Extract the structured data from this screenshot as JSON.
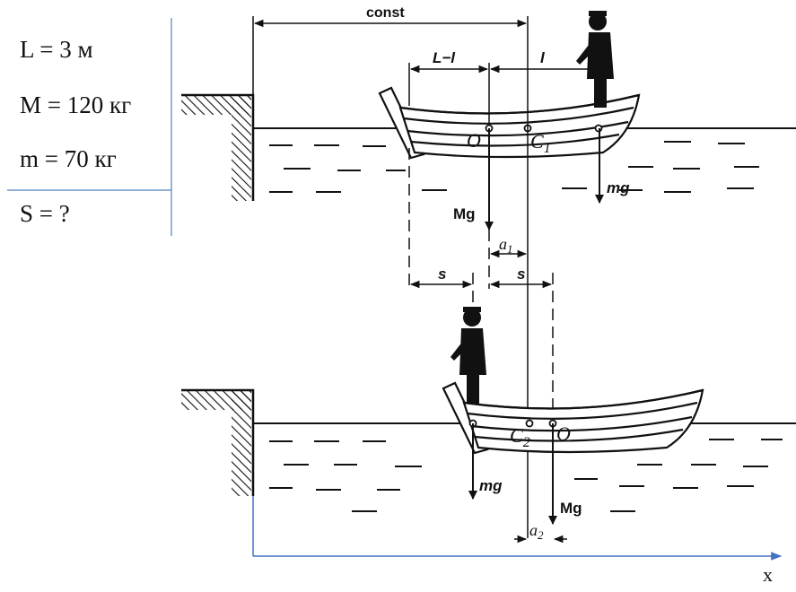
{
  "given": {
    "length": "L = 3 м",
    "boat_mass": "M = 120 кг",
    "man_mass": "m = 70 кг",
    "unknown": "S = ?"
  },
  "labels": {
    "const": "const",
    "l_minus_l": "L−l",
    "l": "l",
    "point_o": "O",
    "point_c1": "C",
    "point_c1_sub": "1",
    "point_c2": "C",
    "point_c2_sub": "2",
    "mg_big": "Mg",
    "mg_small": "mg",
    "a1": "a",
    "a1_sub": "1",
    "a2": "a",
    "a2_sub": "2",
    "s": "s",
    "x_axis": "x"
  },
  "colors": {
    "ink": "#111111",
    "divider": "#4f81bd",
    "axis": "#4472c4"
  }
}
